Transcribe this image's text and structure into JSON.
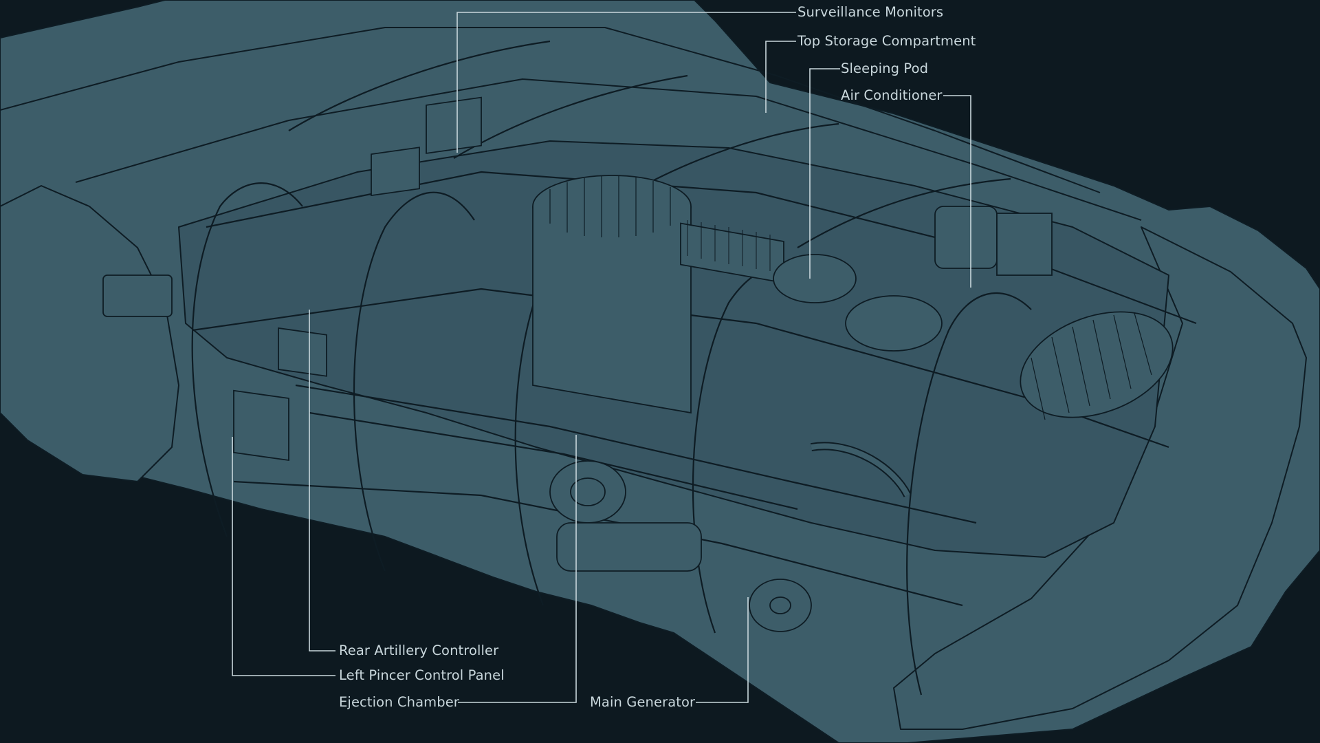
{
  "colors": {
    "background": "#0d1920",
    "hull_fill": "#3d5d69",
    "line_art": "#0e1c24",
    "label_text": "#c9d7dc"
  },
  "callouts": [
    {
      "id": "surveillance-monitors",
      "text": "Surveillance Monitors"
    },
    {
      "id": "top-storage-compartment",
      "text": "Top Storage Compartment"
    },
    {
      "id": "sleeping-pod",
      "text": "Sleeping Pod"
    },
    {
      "id": "air-conditioner",
      "text": "Air Conditioner"
    },
    {
      "id": "rear-artillery-controller",
      "text": "Rear Artillery Controller"
    },
    {
      "id": "left-pincer-control-panel",
      "text": "Left Pincer Control Panel"
    },
    {
      "id": "ejection-chamber",
      "text": "Ejection Chamber"
    },
    {
      "id": "main-generator",
      "text": "Main Generator"
    }
  ]
}
